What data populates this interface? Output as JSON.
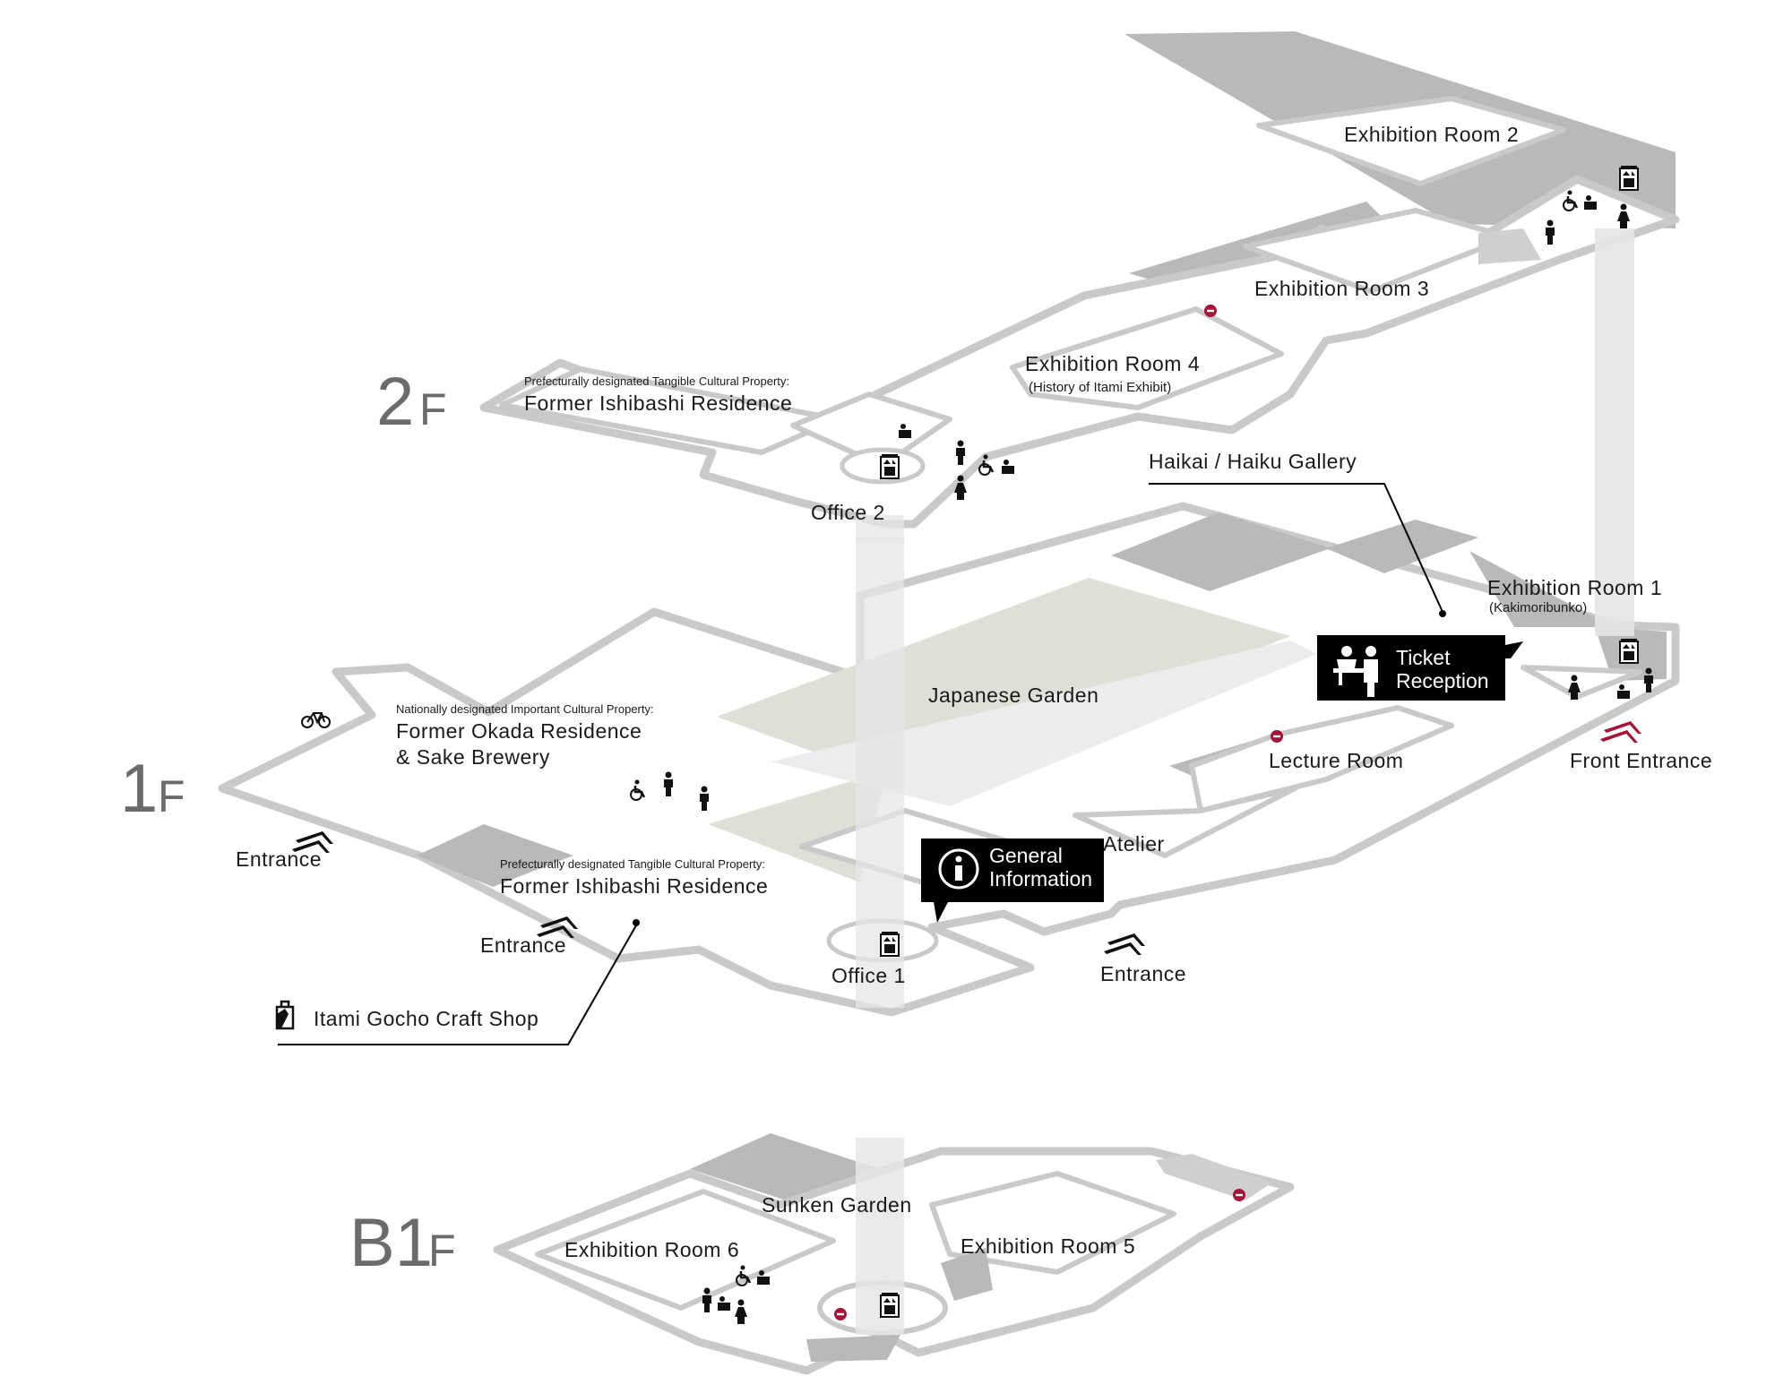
{
  "floors": {
    "f2": {
      "num": "2",
      "unit": "F"
    },
    "f1": {
      "num": "1",
      "unit": "F"
    },
    "b1": {
      "num": "B1",
      "unit": "F"
    }
  },
  "rooms_2f": {
    "exhibition_room_2": "Exhibition Room 2",
    "exhibition_room_3": "Exhibition Room 3",
    "exhibition_room_4": "Exhibition Room 4",
    "exhibition_room_4_sub": "(History of Itami Exhibit)",
    "ishibashi_designation": "Prefecturally designated Tangible Cultural Property:",
    "ishibashi_name": "Former Ishibashi Residence",
    "office_2": "Office 2"
  },
  "rooms_1f": {
    "haikai_gallery": "Haikai / Haiku Gallery",
    "exhibition_room_1": "Exhibition Room 1",
    "exhibition_room_1_sub": "(Kakimoribunko)",
    "japanese_garden": "Japanese Garden",
    "okada_designation": "Nationally designated Important Cultural Property:",
    "okada_name_line1": "Former Okada Residence",
    "okada_name_line2": "& Sake Brewery",
    "lecture_room": "Lecture Room",
    "front_entrance": "Front Entrance",
    "atelier": "Atelier",
    "ishibashi_designation": "Prefecturally designated Tangible Cultural Property:",
    "ishibashi_name": "Former Ishibashi Residence",
    "entrance_west": "Entrance",
    "entrance_south": "Entrance",
    "entrance_east": "Entrance",
    "office_1": "Office 1",
    "craft_shop": "Itami Gocho Craft Shop"
  },
  "callouts": {
    "ticket_line1": "Ticket",
    "ticket_line2": "Reception",
    "info_line1": "General",
    "info_line2": "Information"
  },
  "rooms_b1": {
    "sunken_garden": "Sunken Garden",
    "exhibition_room_6": "Exhibition Room 6",
    "exhibition_room_5": "Exhibition Room 5"
  },
  "icons": [
    "elevator-icon",
    "wheelchair-restroom-icon",
    "mens-restroom-icon",
    "womens-restroom-icon",
    "nursing-room-icon",
    "no-entry-icon",
    "bicycle-parking-icon",
    "shop-bag-icon",
    "info-icon",
    "reception-icon",
    "entrance-arrow-icon"
  ],
  "colors": {
    "accent": "#a5153a",
    "wall": "#c9c9c9",
    "dark_floor": "#b9b9b9",
    "garden": "#dedfd7",
    "text": "#1a1a1a",
    "floor_label": "#6b6b6b"
  }
}
